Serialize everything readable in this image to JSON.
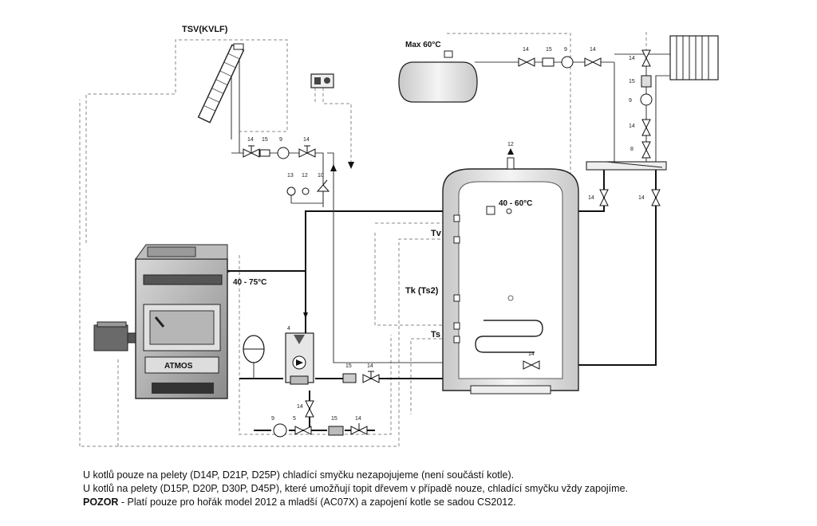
{
  "labels": {
    "solar": "TSV(KVLF)",
    "max_temp": "Max 60°C",
    "boiler_out_temp": "40 - 75°C",
    "tank_top_temp": "40 - 60°C",
    "tv": "Tv",
    "tk": "Tk (Ts2)",
    "ts": "Ts",
    "brand": "ATMOS"
  },
  "component_numbers": {
    "n4": "4",
    "n5": "5",
    "n8": "8",
    "n9": "9",
    "n10": "10",
    "n12": "12",
    "n13": "13",
    "n14": "14",
    "n15": "15"
  },
  "notes": {
    "line1": "U kotlů pouze na pelety (D14P, D21P, D25P) chladící smyčku nezapojujeme (není součástí kotle).",
    "line2": "U kotlů na pelety (D15P, D20P, D30P, D45P), které umožňují topit dřevem v případě nouze, chladící smyčku vždy zapojíme.",
    "line3_bold": "POZOR",
    "line3_rest": " - Platí pouze pro hořák model 2012 a mladší (AC07X) a zapojení kotle se sadou CS2012."
  }
}
